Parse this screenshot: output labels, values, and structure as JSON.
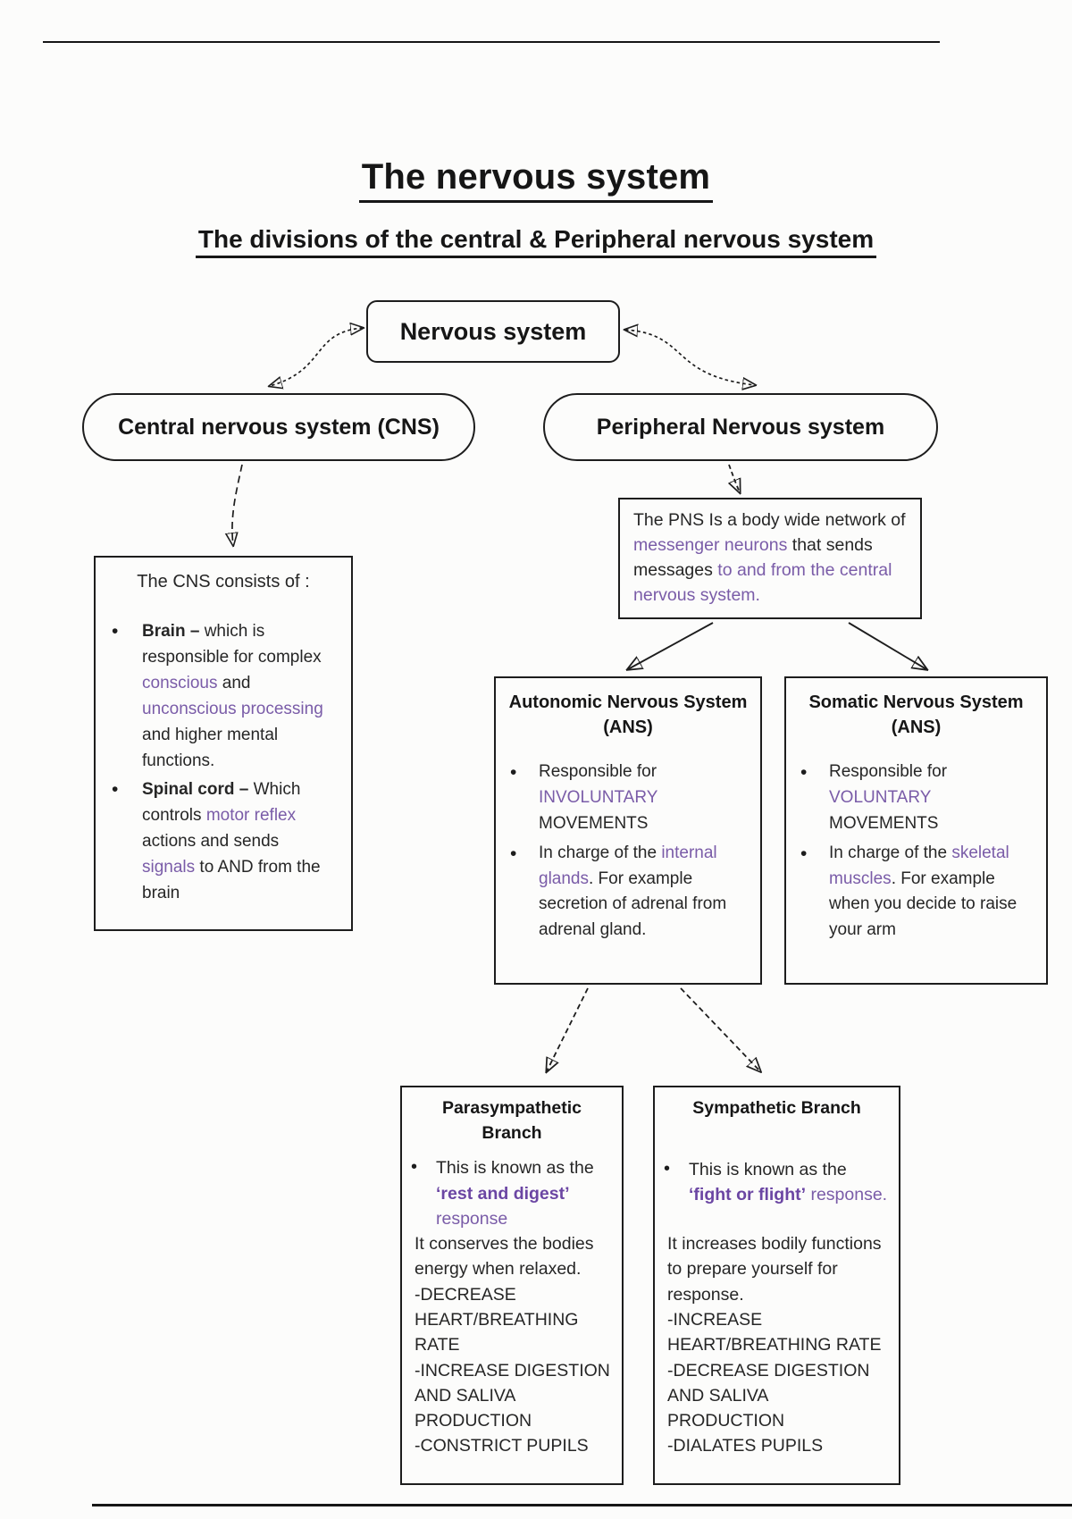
{
  "page": {
    "title": "The nervous system",
    "subtitle": "The divisions of the central & Peripheral nervous system"
  },
  "colors": {
    "ink": "#1d1d1d",
    "purple": "#7a5ca8",
    "purple_bold": "#6b46a3",
    "background": "#fcfcfb"
  },
  "diagram": {
    "root_label": "Nervous system",
    "cns_label": "Central nervous system (CNS)",
    "pns_label": "Peripheral Nervous system",
    "cns_box": {
      "heading": "The CNS consists of :",
      "bullets": [
        [
          {
            "t": "Brain – ",
            "c": "b"
          },
          {
            "t": "which is responsible for complex "
          },
          {
            "t": "conscious",
            "c": "p"
          },
          {
            "t": " and "
          },
          {
            "t": "unconscious processing",
            "c": "p"
          },
          {
            "t": " and higher mental functions."
          }
        ],
        [
          {
            "t": "Spinal cord – ",
            "c": "b"
          },
          {
            "t": "Which controls "
          },
          {
            "t": "motor reflex",
            "c": "p"
          },
          {
            "t": " actions and sends "
          },
          {
            "t": "signals",
            "c": "p"
          },
          {
            "t": " to AND from the brain"
          }
        ]
      ]
    },
    "pns_box": {
      "text": [
        {
          "t": "The PNS Is a body wide network of "
        },
        {
          "t": "messenger neurons",
          "c": "p"
        },
        {
          "t": " that sends messages "
        },
        {
          "t": "to and from the central nervous system.",
          "c": "p"
        }
      ]
    },
    "autonomic": {
      "title": "Autonomic Nervous System (ANS)",
      "bullets": [
        [
          {
            "t": "Responsible for "
          },
          {
            "t": "INVOLUNTARY",
            "c": "p"
          },
          {
            "t": " MOVEMENTS"
          }
        ],
        [
          {
            "t": "In charge of the "
          },
          {
            "t": "internal glands",
            "c": "p"
          },
          {
            "t": ". For example secretion of adrenal from adrenal gland."
          }
        ]
      ]
    },
    "somatic": {
      "title": "Somatic Nervous System (ANS)",
      "bullets": [
        [
          {
            "t": "Responsible for "
          },
          {
            "t": "VOLUNTARY",
            "c": "p"
          },
          {
            "t": " MOVEMENTS"
          }
        ],
        [
          {
            "t": "In charge of the "
          },
          {
            "t": "skeletal muscles",
            "c": "p"
          },
          {
            "t": ". For example when you decide to raise your arm"
          }
        ]
      ]
    },
    "parasympathetic": {
      "title": "Parasympathetic Branch",
      "bullet": [
        {
          "t": "This is known as the "
        },
        {
          "t": "‘rest and digest’",
          "c": "pb"
        },
        {
          "t": " "
        },
        {
          "t": "response",
          "c": "p"
        }
      ],
      "body": [
        "It conserves the bodies energy when relaxed.",
        "-DECREASE HEART/BREATHING RATE",
        "-INCREASE DIGESTION AND SALIVA PRODUCTION",
        "-CONSTRICT PUPILS"
      ]
    },
    "sympathetic": {
      "title": "Sympathetic Branch",
      "bullet": [
        {
          "t": "This is known as the "
        },
        {
          "t": "‘fight or flight’",
          "c": "pb"
        },
        {
          "t": " "
        },
        {
          "t": "response.",
          "c": "p"
        }
      ],
      "body": [
        "It increases bodily functions to prepare yourself for response.",
        "-INCREASE HEART/BREATHING RATE",
        "-DECREASE DIGESTION AND SALIVA PRODUCTION",
        "-DIALATES PUPILS"
      ]
    }
  }
}
